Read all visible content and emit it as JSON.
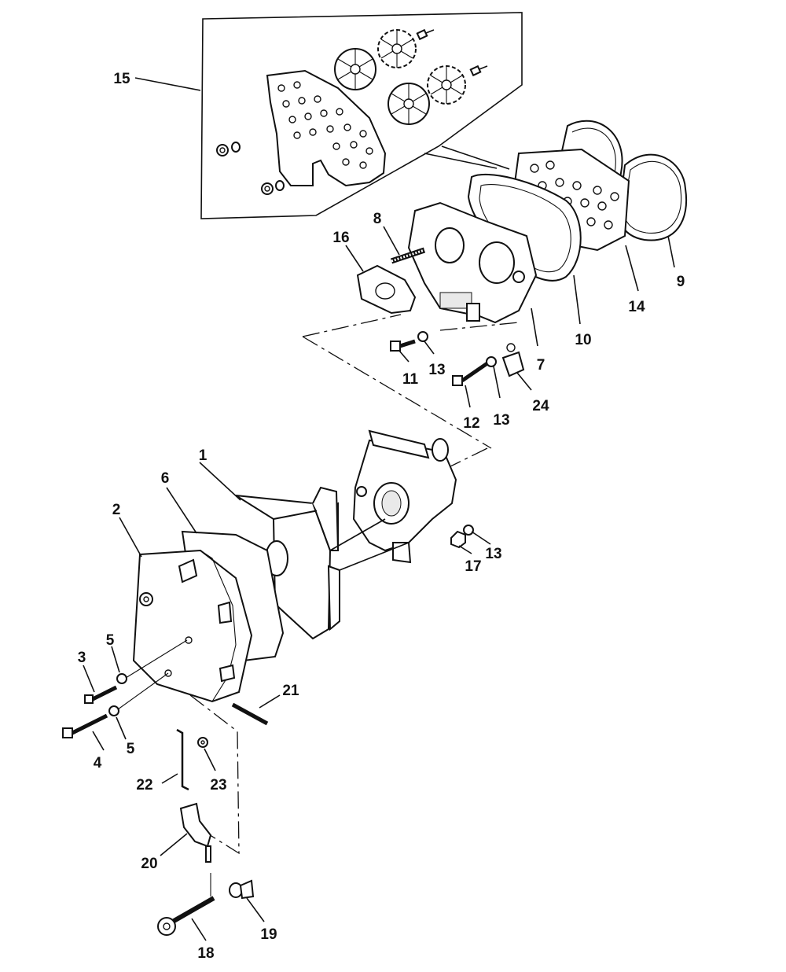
{
  "callouts": [
    {
      "id": "c1",
      "label": "1"
    },
    {
      "id": "c2",
      "label": "2"
    },
    {
      "id": "c3",
      "label": "3"
    },
    {
      "id": "c4",
      "label": "4"
    },
    {
      "id": "c5a",
      "label": "5"
    },
    {
      "id": "c5b",
      "label": "5"
    },
    {
      "id": "c6",
      "label": "6"
    },
    {
      "id": "c7",
      "label": "7"
    },
    {
      "id": "c8",
      "label": "8"
    },
    {
      "id": "c9",
      "label": "9"
    },
    {
      "id": "c10",
      "label": "10"
    },
    {
      "id": "c11",
      "label": "11"
    },
    {
      "id": "c12",
      "label": "12"
    },
    {
      "id": "c13a",
      "label": "13"
    },
    {
      "id": "c13b",
      "label": "13"
    },
    {
      "id": "c13c",
      "label": "13"
    },
    {
      "id": "c14",
      "label": "14"
    },
    {
      "id": "c15",
      "label": "15"
    },
    {
      "id": "c16",
      "label": "16"
    },
    {
      "id": "c17",
      "label": "17"
    },
    {
      "id": "c18",
      "label": "18"
    },
    {
      "id": "c19",
      "label": "19"
    },
    {
      "id": "c20",
      "label": "20"
    },
    {
      "id": "c21",
      "label": "21"
    },
    {
      "id": "c22",
      "label": "22"
    },
    {
      "id": "c23",
      "label": "23"
    },
    {
      "id": "c24",
      "label": "24"
    }
  ]
}
